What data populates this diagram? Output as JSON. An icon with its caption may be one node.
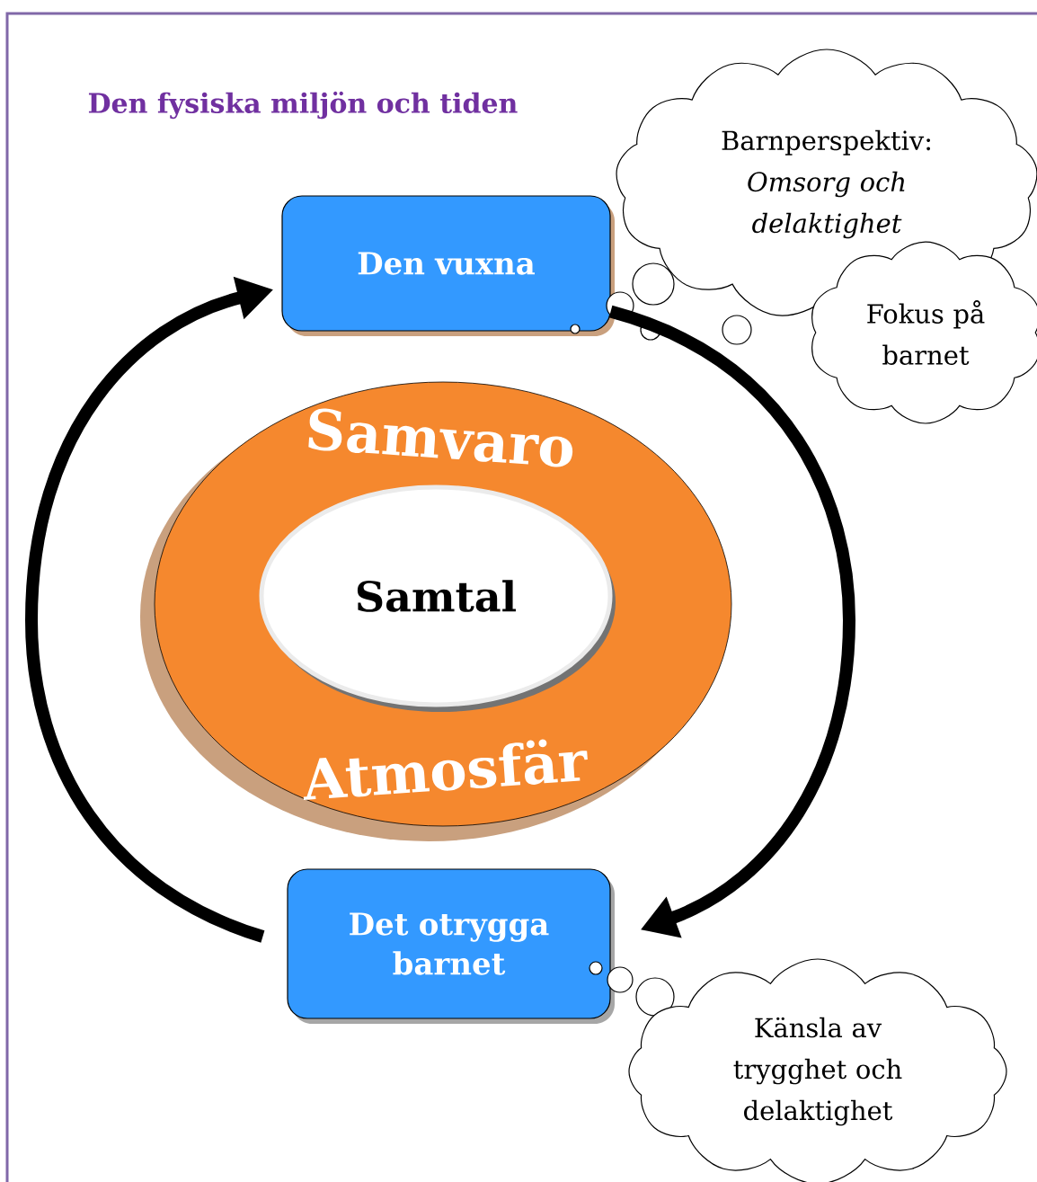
{
  "diagram": {
    "title": "Den fysiska miljön och tiden",
    "nodes": [
      {
        "text": [
          "Den vuxna"
        ]
      },
      {
        "text": [
          "Barnperspektiv:",
          "Omsorg och delaktighet"
        ]
      },
      {
        "text": [
          "Fokus på barnet"
        ]
      },
      {
        "text": [
          "Samvaro",
          "Atmosfär"
        ]
      },
      {
        "text": [
          "Samtal"
        ],
        "in": 3
      },
      {
        "text": [
          "Det otrygga barnet"
        ]
      },
      {
        "text": [
          "Känsla av trygghet och delaktighet"
        ]
      }
    ],
    "edges": [
      {
        "from": 0,
        "to": 5,
        "arrow": "to"
      },
      {
        "from": 5,
        "to": 0,
        "arrow": "to"
      }
    ]
  }
}
